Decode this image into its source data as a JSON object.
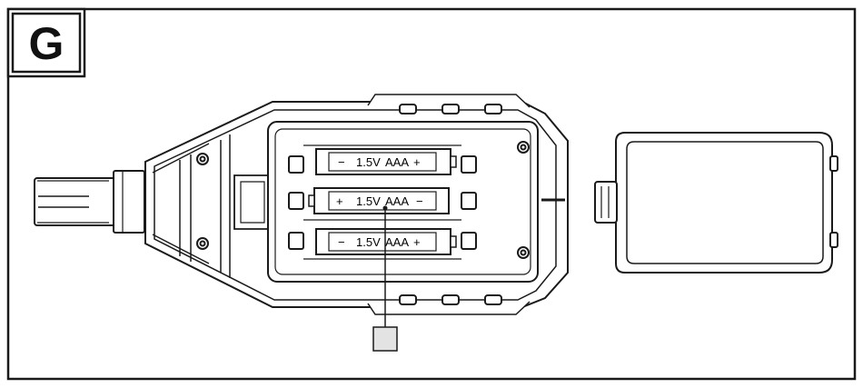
{
  "figure": {
    "label": "G"
  },
  "batteries": [
    {
      "minus": "−",
      "voltage": "1.5V",
      "type": "AAA",
      "plus": "+"
    },
    {
      "plus": "+",
      "voltage": "1.5V",
      "type": "AAA",
      "minus": "−"
    },
    {
      "minus": "−",
      "voltage": "1.5V",
      "type": "AAA",
      "plus": "+"
    }
  ],
  "callout": {
    "marker_text": ""
  },
  "colors": {
    "line": "#1a1a1a",
    "marker_fill": "#e3e3e3",
    "background": "#ffffff"
  }
}
